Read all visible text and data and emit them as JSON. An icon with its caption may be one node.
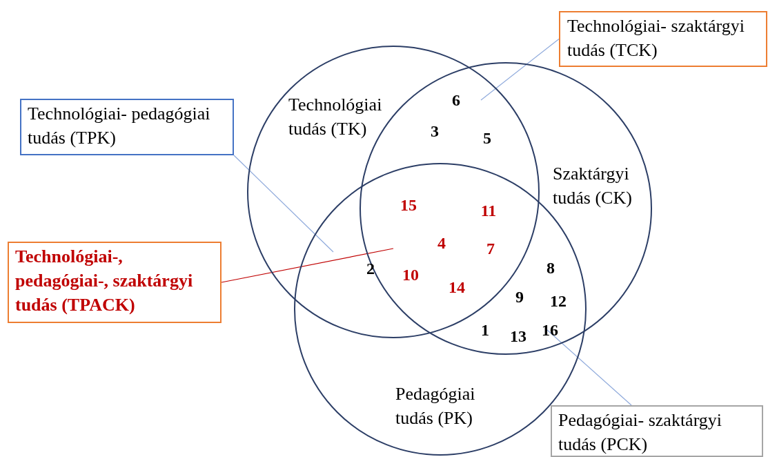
{
  "diagram": {
    "nodes": [
      {
        "text": [
          "Technológiai- szaktárgyi tudás (TCK)"
        ]
      },
      {
        "text": [
          "Technológiai- pedagógiai tudás (TPK)"
        ]
      },
      {
        "text": [
          "Technológiai tudás (TK)"
        ]
      },
      {
        "text": [
          "Szaktárgyi tudás (CK)"
        ]
      },
      {
        "text": [
          "Technológiai-, pedagógiai-, szaktárgyi tudás (TPACK)"
        ]
      },
      {
        "text": [
          "Pedagógiai tudás (PK)"
        ]
      },
      {
        "text": [
          "Pedagógiai- szaktárgyi tudás (PCK)"
        ]
      }
    ],
    "edges": [
      {
        "from": 0,
        "to": 2,
        "arrow": "none"
      },
      {
        "from": 1,
        "to": 2,
        "arrow": "none"
      },
      {
        "from": 4,
        "to": 2,
        "arrow": "none",
        "color": "#c00000"
      },
      {
        "from": 6,
        "to": 3,
        "arrow": "none"
      }
    ],
    "labels": [
      "6",
      "3",
      "5",
      "15",
      "11",
      "4",
      "7",
      "2",
      "8",
      "10",
      "14",
      "9",
      "12",
      "1",
      "13",
      "16"
    ]
  }
}
